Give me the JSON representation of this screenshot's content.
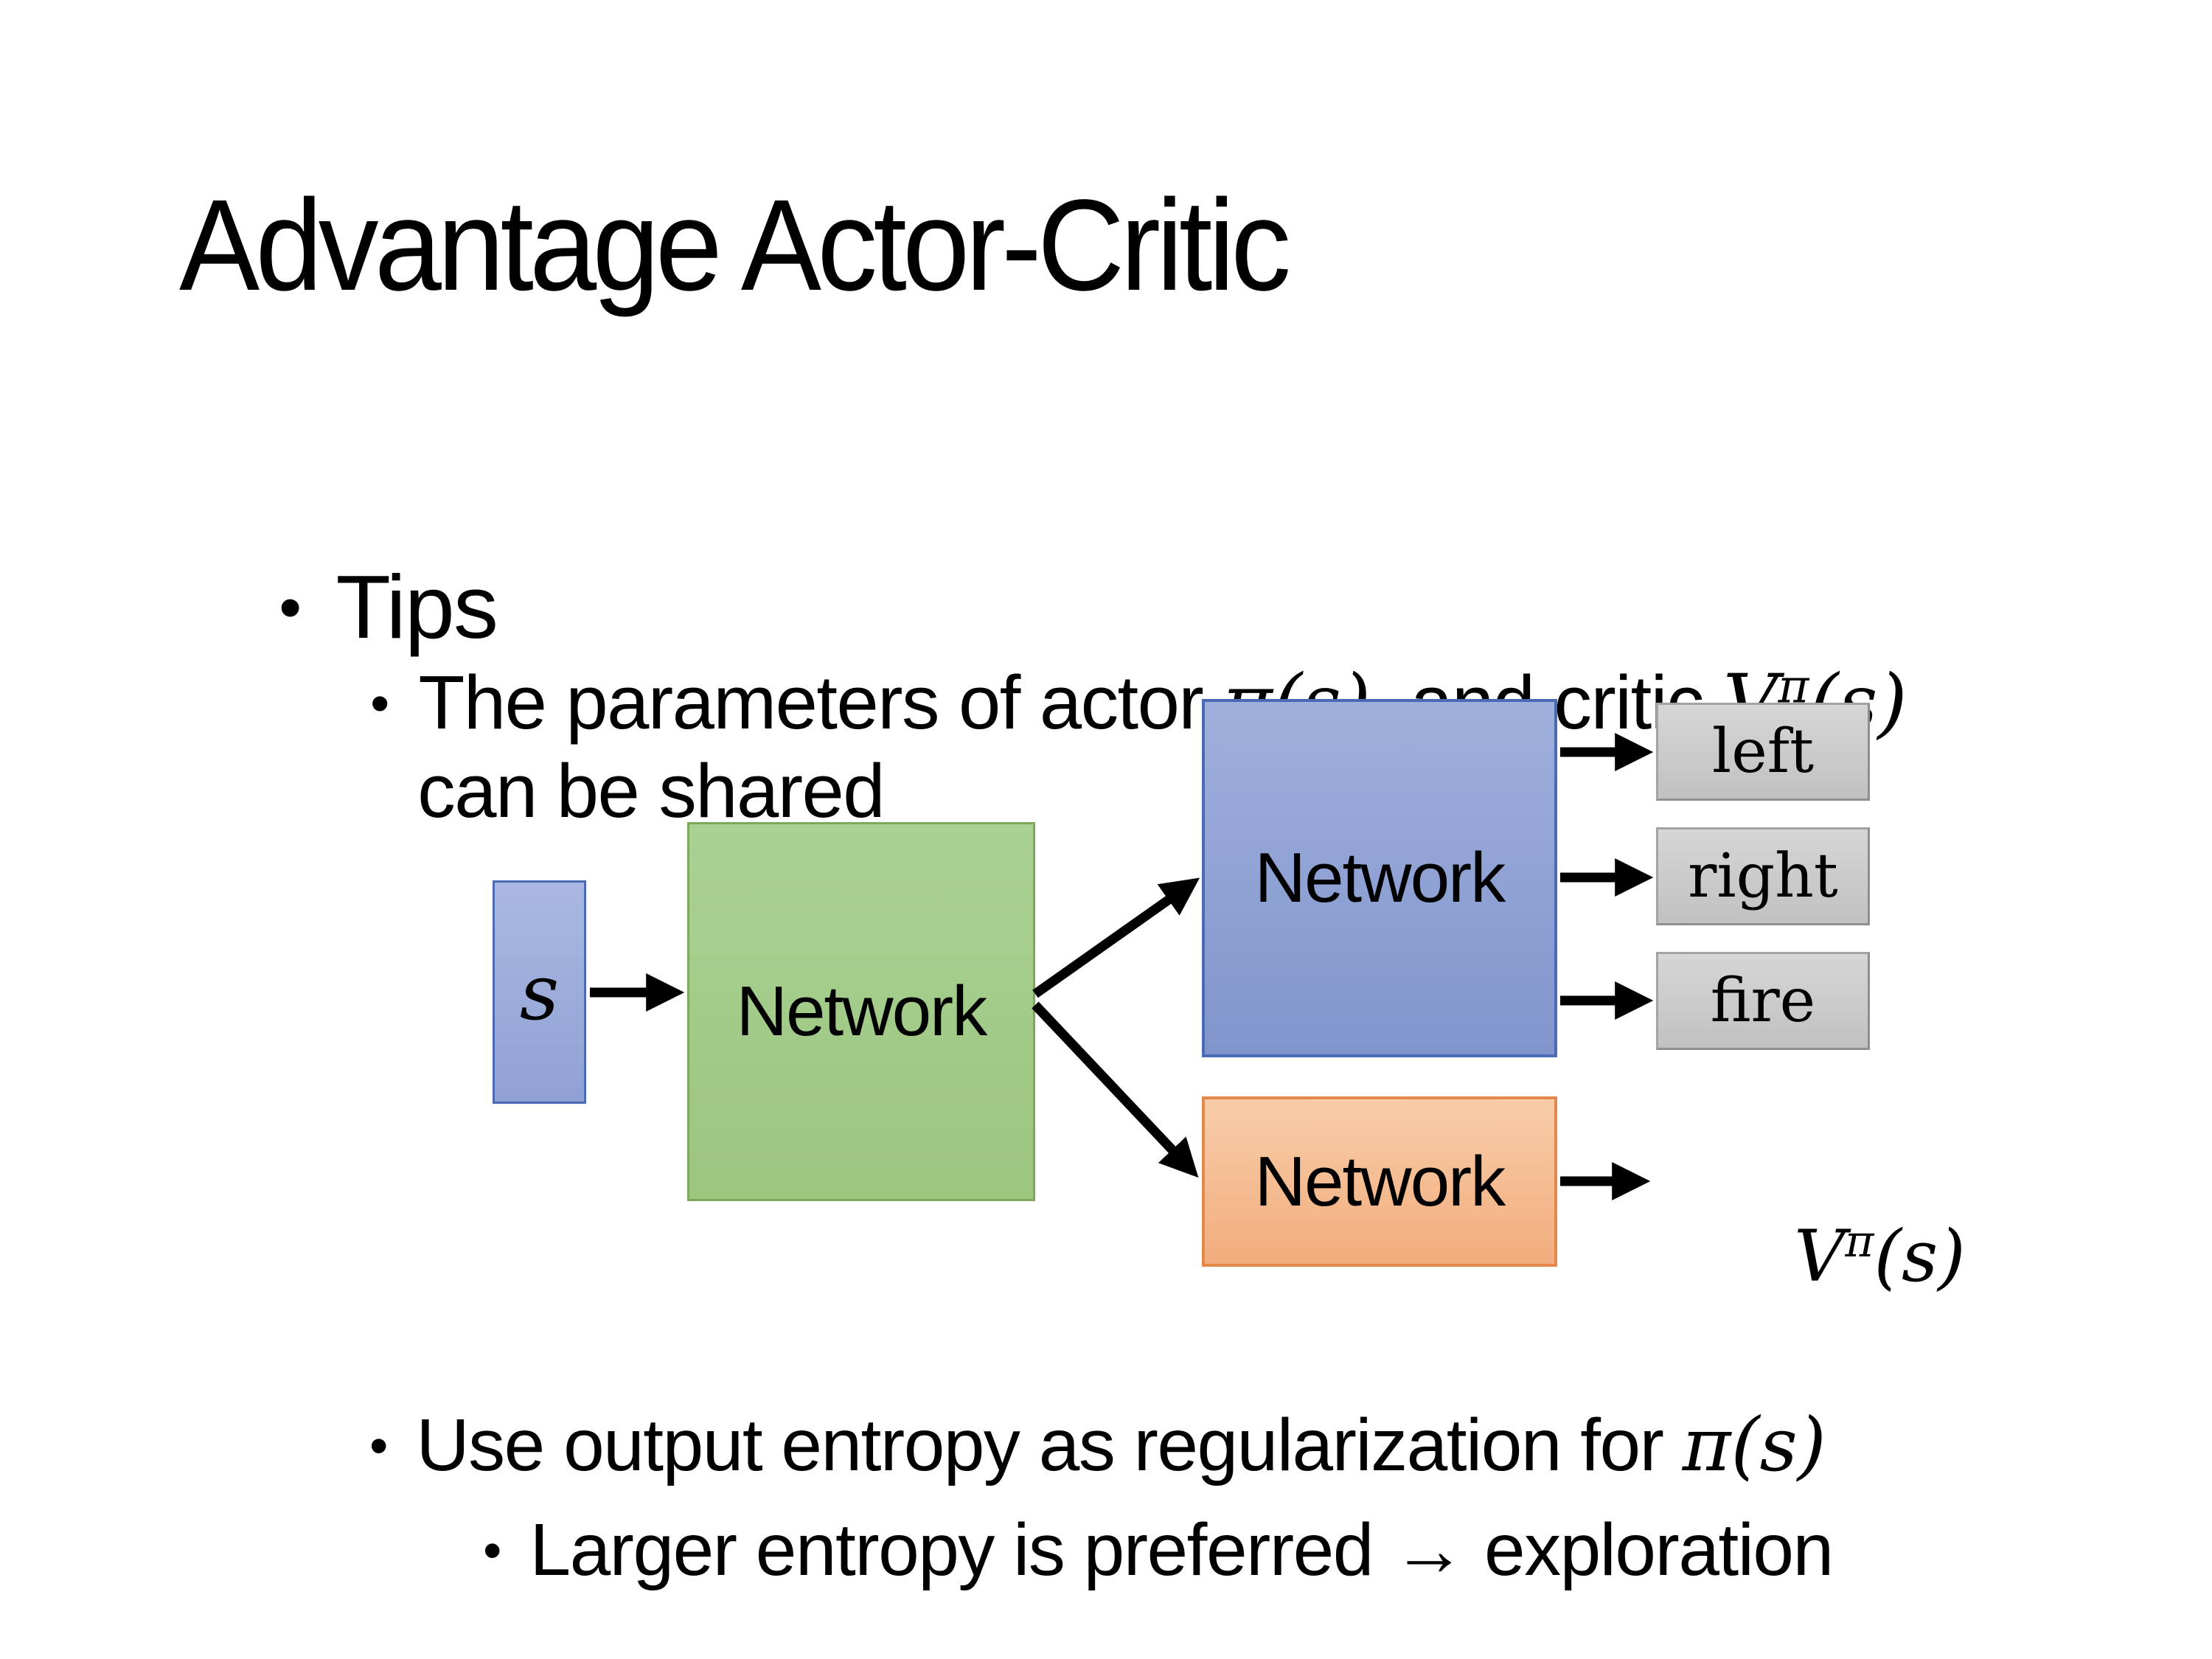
{
  "title": "Advantage Actor-Critic",
  "bullet_char": "•",
  "bullets": {
    "tips": "Tips",
    "param_text": "The parameters of actor ",
    "param_pi": "π(s)",
    "param_mid": "  and critic ",
    "param_V": "V",
    "param_V_sup": "π",
    "param_V_arg": "(s)",
    "param_cont": "can be shared",
    "entropy_text": "Use output entropy as regularization for ",
    "entropy_pi": "π(s)",
    "explore_text": "Larger entropy is preferred → exploration"
  },
  "diagram": {
    "state_label": "s",
    "shared_network_label": "Network",
    "actor_network_label": "Network",
    "critic_network_label": "Network",
    "actions": [
      "left",
      "right",
      "fire"
    ],
    "value_V": "V",
    "value_sup": "π",
    "value_arg": "(s)"
  },
  "colors": {
    "background": "#ffffff",
    "text": "#000000",
    "arrow": "#000000",
    "state_box_fill_top": "#aab8e2",
    "state_box_fill_bottom": "#8fa1d4",
    "state_box_border": "#4a6ab4",
    "shared_box_fill_top": "#aad194",
    "shared_box_fill_bottom": "#9cc57e",
    "shared_box_border": "#7ca95c",
    "actor_box_fill_top": "#9fb0dc",
    "actor_box_fill_bottom": "#8095cc",
    "actor_box_border": "#4a6ab4",
    "critic_box_fill_top": "#f8cda9",
    "critic_box_fill_bottom": "#f2ad7d",
    "critic_box_border": "#e3874a",
    "action_box_fill_top": "#d6d6d6",
    "action_box_fill_bottom": "#c1c1c1",
    "action_box_border": "#a3a3a3"
  }
}
